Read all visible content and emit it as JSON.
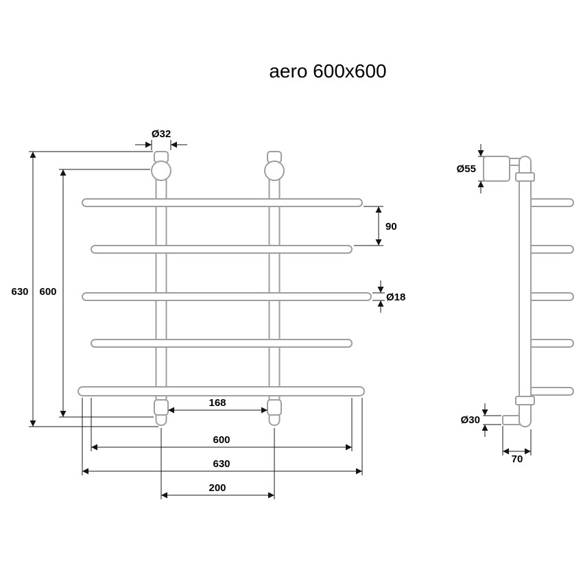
{
  "title": "aero 600x600",
  "front_view": {
    "cap_diameter": "Ø32",
    "rung_spacing": "90",
    "rung_diameter": "Ø18",
    "height_overall": "630",
    "height_mounting": "600",
    "post_gap": "168",
    "width_rails": "600",
    "width_overall": "630",
    "post_spacing": "200"
  },
  "side_view": {
    "bracket_diameter": "Ø55",
    "inlet_diameter": "Ø30",
    "depth": "70"
  }
}
